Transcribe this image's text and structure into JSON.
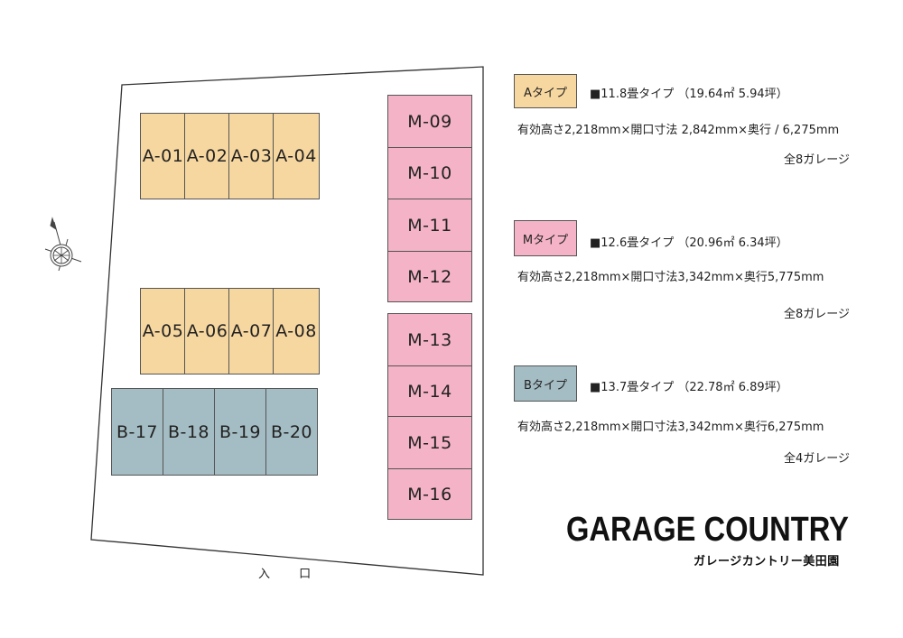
{
  "site": {
    "entrance_label": "入 口",
    "compass_icon": "compass-rose-icon"
  },
  "slots": {
    "a": [
      "A-01",
      "A-02",
      "A-03",
      "A-04",
      "A-05",
      "A-06",
      "A-07",
      "A-08"
    ],
    "m": [
      "M-09",
      "M-10",
      "M-11",
      "M-12",
      "M-13",
      "M-14",
      "M-15",
      "M-16"
    ],
    "b": [
      "B-17",
      "B-18",
      "B-19",
      "B-20"
    ]
  },
  "legend": {
    "a": {
      "badge": "Aタイプ",
      "summary": "■11.8畳タイプ （19.64㎡ 5.94坪）",
      "dimensions": "有効高さ2,218mm×開口寸法 2,842mm×奥行 / 6,275mm",
      "count": "全8ガレージ",
      "color": "#f7d7a0"
    },
    "m": {
      "badge": "Mタイプ",
      "summary": "■12.6畳タイプ （20.96㎡ 6.34坪）",
      "dimensions": "有効高さ2,218mm×開口寸法3,342mm×奥行5,775mm",
      "count": "全8ガレージ",
      "color": "#f4b3c6"
    },
    "b": {
      "badge": "Bタイプ",
      "summary": "■13.7畳タイプ （22.78㎡ 6.89坪）",
      "dimensions": "有効高さ2,218mm×開口寸法3,342mm×奥行6,275mm",
      "count": "全4ガレージ",
      "color": "#a4bcc3"
    }
  },
  "brand": {
    "name": "GARAGE COUNTRY",
    "subtitle": "ガレージカントリー美田園"
  }
}
